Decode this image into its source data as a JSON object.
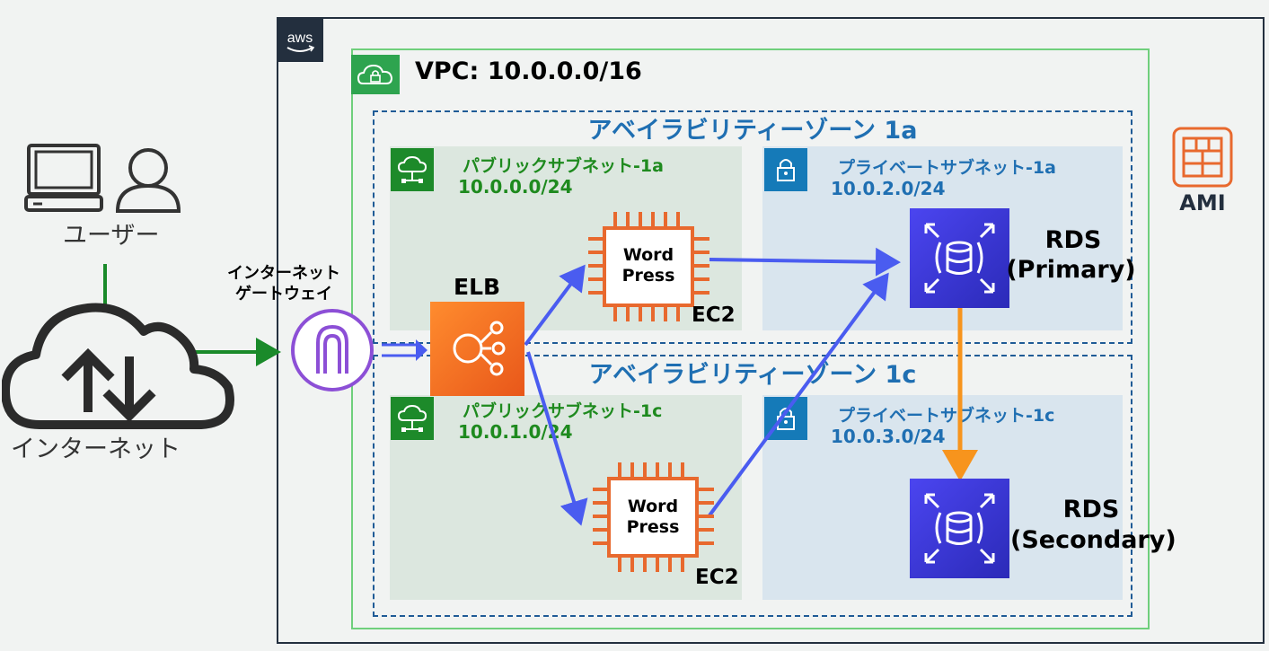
{
  "aws_logo_text": "aws",
  "vpc": {
    "label": "VPC: 10.0.0.0/16"
  },
  "az_1a": {
    "label": "アベイラビリティーゾーン 1a"
  },
  "az_1c": {
    "label": "アベイラビリティーゾーン 1c"
  },
  "subnets": {
    "public_1a": {
      "name": "パブリックサブネット-1a",
      "cidr": "10.0.0.0/24"
    },
    "private_1a": {
      "name": "プライベートサブネット-1a",
      "cidr": "10.0.2.0/24"
    },
    "public_1c": {
      "name": "パブリックサブネット-1c",
      "cidr": "10.0.1.0/24"
    },
    "private_1c": {
      "name": "プライベートサブネット-1c",
      "cidr": "10.0.3.0/24"
    }
  },
  "user_label": "ユーザー",
  "internet_label": "インターネット",
  "igw_label_line1": "インターネット",
  "igw_label_line2": "ゲートウェイ",
  "elb_label": "ELB",
  "ec2": {
    "top": {
      "text_line1": "Word",
      "text_line2": "Press",
      "label": "EC2"
    },
    "bottom": {
      "text_line1": "Word",
      "text_line2": "Press",
      "label": "EC2"
    }
  },
  "rds": {
    "primary": {
      "line1": "RDS",
      "line2": "(Primary)"
    },
    "secondary": {
      "line1": "RDS",
      "line2": "(Secondary)"
    }
  },
  "ami_label": "AMI",
  "colors": {
    "aws_dark": "#232f3e",
    "vpc_green": "#2ea44f",
    "public_subnet_green": "#1d8a2a",
    "private_subnet_blue": "#157ab8",
    "az_blue": "#1f6fb2",
    "ec2_orange": "#e8692e",
    "elb_orange": "#f26b22",
    "rds_indigo": "#3b37d6",
    "igw_purple": "#8c4fd6",
    "flow_blue": "#4a5cf0",
    "flow_green": "#1a8a2a",
    "replication_orange": "#f7941d"
  },
  "icons": [
    "aws-logo",
    "vpc-icon",
    "public-subnet-icon",
    "private-subnet-icon",
    "ec2-chip-icon",
    "elb-icon",
    "rds-icon",
    "internet-gateway-icon",
    "user-icon",
    "computer-icon",
    "internet-cloud-icon",
    "ami-icon"
  ]
}
